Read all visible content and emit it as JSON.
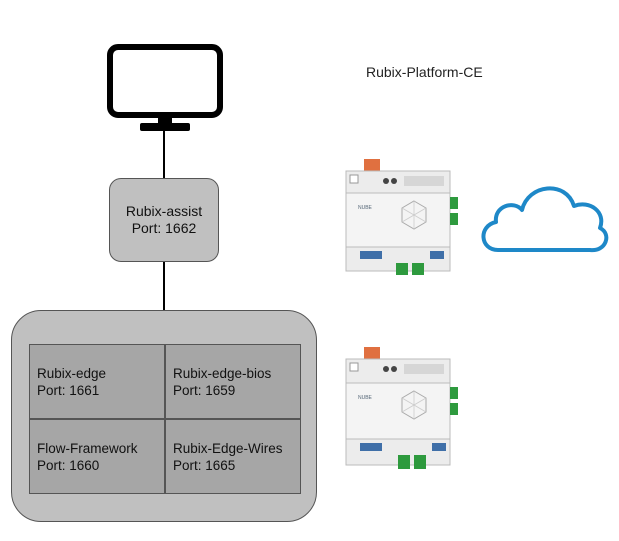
{
  "platform": {
    "title": "Rubix-Platform-CE"
  },
  "assist": {
    "name": "Rubix-assist",
    "port": "Port: 1662"
  },
  "services": [
    {
      "name": "Rubix-edge",
      "port": "Port: 1661"
    },
    {
      "name": "Rubix-edge-bios",
      "port": "Port: 1659"
    },
    {
      "name": "Flow-Framework",
      "port": "Port: 1660"
    },
    {
      "name": "Rubix-Edge-Wires",
      "port": "Port: 1665"
    }
  ],
  "colors": {
    "cloud": "#1e88c8",
    "box": "#c0c0c0",
    "cell": "#a6a6a6"
  },
  "icons": [
    "monitor-icon",
    "edge-device-icon",
    "cloud-icon"
  ]
}
